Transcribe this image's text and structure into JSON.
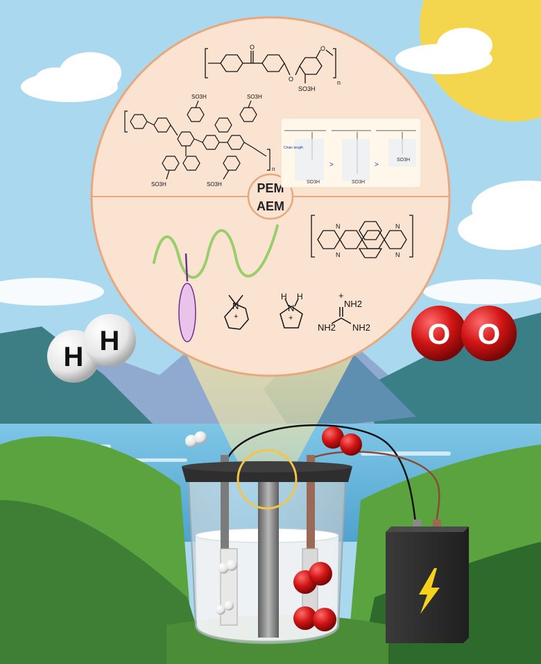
{
  "membrane_labels": {
    "pem": "PEM",
    "aem": "AEM"
  },
  "molecules": {
    "hydrogen": {
      "atom_a": "H",
      "atom_b": "H"
    },
    "oxygen": {
      "atom_a": "O",
      "atom_b": "O"
    }
  },
  "structures": {
    "top": {
      "carbonyl_o": "O",
      "ether_o_left": "O",
      "ether_o_right": "O",
      "sulfonate": "SO3H",
      "repeat": "n"
    },
    "polyphenylene": {
      "sulfonate": "SO3H",
      "repeat": "n"
    },
    "pfsa": {
      "chain_note": "Chain length",
      "gt": ">",
      "sulfonate": "SO3H"
    },
    "ions": {
      "guanidinium_nh2": "NH2",
      "amine_h": "H",
      "ring_n": "N",
      "plus": "+"
    },
    "ladder": {
      "n": "N"
    }
  },
  "colors": {
    "sky": "#a9d8ef",
    "sun": "#f3d64e",
    "lens": "#fbe3d2",
    "lens_border": "#e8a77c",
    "oxygen": "#d11414",
    "battery": "#2c2c2c",
    "bolt": "#f6d21c",
    "grass": "#5aa33e"
  },
  "icons": [
    "sun-icon",
    "cloud-icon",
    "battery-icon",
    "lightning-bolt-icon",
    "beaker-icon",
    "wire-icon"
  ]
}
